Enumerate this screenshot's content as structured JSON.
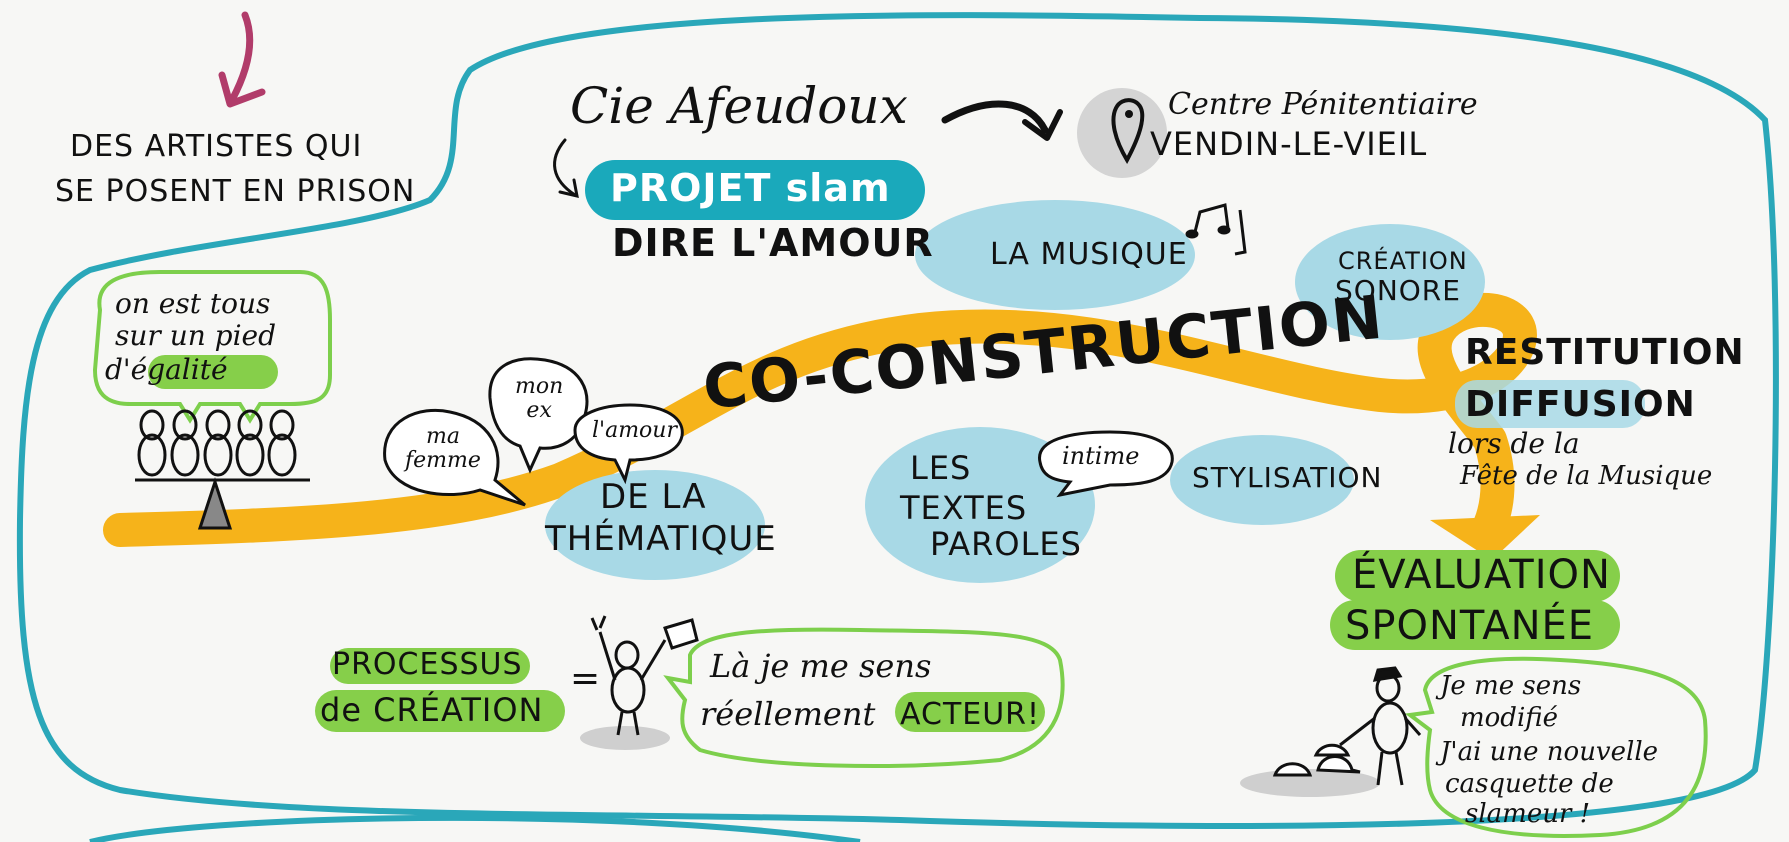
{
  "header": {
    "artists_line1": "DES ARTISTES QUI",
    "artists_line2": "SE POSENT EN PRISON",
    "company": "Cie Afeudoux",
    "project_badge": "PROJET slam",
    "project_subtitle": "DIRE L'AMOUR",
    "location_line1": "Centre Pénitentiaire",
    "location_line2": "VENDIN-LE-VIEIL"
  },
  "equality_bubble": {
    "line1": "on est tous",
    "line2": "sur un pied",
    "line3": "d'égalité"
  },
  "bubbles": {
    "ma_femme": "ma\nfemme",
    "mon_ex": "mon\nex",
    "lamour": "l'amour",
    "intime": "intime"
  },
  "main_path": {
    "title": "CO-CONSTRUCTION",
    "thematique_line1": "DE LA",
    "thematique_line2": "THÉMATIQUE",
    "textes_line1": "LES",
    "textes_line2": "TEXTES",
    "textes_line3": "PAROLES",
    "stylisation": "STYLISATION",
    "musique": "LA MUSIQUE",
    "creation_line1": "CRÉATION",
    "creation_line2": "SONORE",
    "restitution": "RESTITUTION",
    "diffusion": "DIFFUSION",
    "lors_line1": "lors de la",
    "lors_line2": "Fête de la Musique"
  },
  "evaluation": {
    "line1": "ÉVALUATION",
    "line2": "SPONTANÉE",
    "quote_line1": "Je me sens",
    "quote_line2": "modifié",
    "quote_line3": "J'ai une nouvelle",
    "quote_line4": "casquette de",
    "quote_line5": "slameur !"
  },
  "process": {
    "line1": "PROCESSUS",
    "line2": "de CRÉATION",
    "equals": "=",
    "quote_line1": "Là je me sens",
    "quote_line2_a": "réellement ",
    "quote_line2_b": "ACTEUR!"
  },
  "colors": {
    "frame": "#2aa7b9",
    "path": "#f6b31a",
    "blue_blob": "#a8d9e6",
    "teal_badge": "#1aa9bb",
    "green": "#86cf4a",
    "arrow_pink": "#b13c6a",
    "grey": "#cfcfcf"
  }
}
